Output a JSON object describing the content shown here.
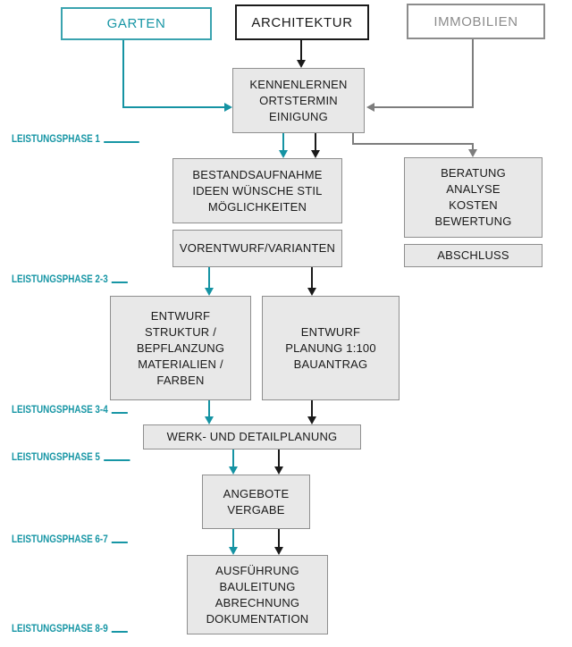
{
  "title": "Leistungsphasen Flussdiagramm",
  "colors": {
    "teal": "#1593a3",
    "black": "#1a1a1a",
    "gray": "#8c8c8c",
    "box_fill": "#e8e8e8",
    "box_border": "#8f8f8f"
  },
  "top_row": {
    "garten": "GARTEN",
    "architektur": "ARCHITEKTUR",
    "immobilien": "IMMOBILIEN"
  },
  "boxes": {
    "kennenlernen": [
      "KENNENLERNEN",
      "ORTSTERMIN",
      "EINIGUNG"
    ],
    "bestandsaufnahme": [
      "BESTANDSAUFNAHME",
      "IDEEN WÜNSCHE STIL",
      "MÖGLICHKEITEN"
    ],
    "vorentwurf": [
      "VORENTWURF/VARIANTEN"
    ],
    "beratung": [
      "BERATUNG",
      "ANALYSE",
      "KOSTEN",
      "BEWERTUNG"
    ],
    "abschluss": [
      "ABSCHLUSS"
    ],
    "entwurf_garten": [
      "ENTWURF",
      "STRUKTUR /",
      "BEPFLANZUNG",
      "MATERIALIEN /",
      "FARBEN"
    ],
    "entwurf_bau": [
      "ENTWURF",
      "PLANUNG 1:100",
      "BAUANTRAG"
    ],
    "werkplanung": [
      "WERK- UND DETAILPLANUNG"
    ],
    "angebote": [
      "ANGEBOTE",
      "VERGABE"
    ],
    "ausfuehrung": [
      "AUSFÜHRUNG",
      "BAULEITUNG",
      "ABRECHNUNG",
      "DOKUMENTATION"
    ]
  },
  "phases": [
    {
      "label": "LEISTUNGSPHASE 1"
    },
    {
      "label": "LEISTUNGSPHASE 2-3"
    },
    {
      "label": "LEISTUNGSPHASE 3-4"
    },
    {
      "label": "LEISTUNGSPHASE 5"
    },
    {
      "label": "LEISTUNGSPHASE 6-7"
    },
    {
      "label": "LEISTUNGSPHASE 8-9"
    }
  ]
}
